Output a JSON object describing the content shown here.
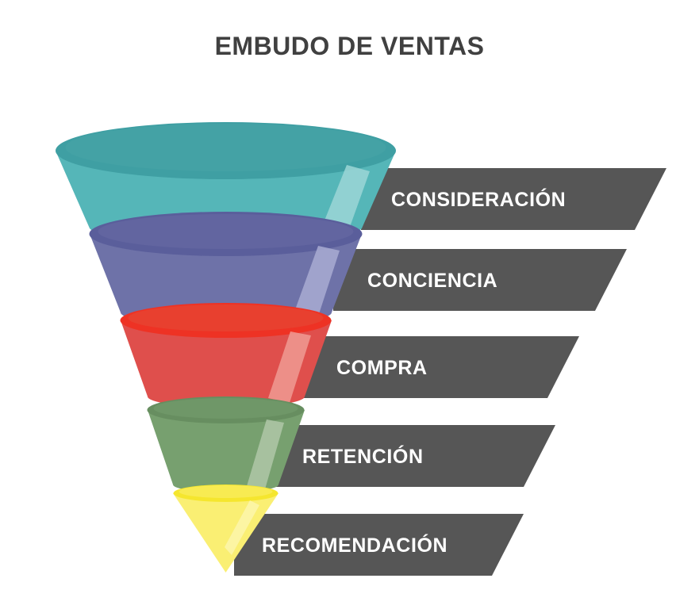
{
  "title": "EMBUDO DE VENTAS",
  "background_color": "#FFFFFF",
  "title_color": "#404040",
  "banner_color": "#565656",
  "banner_text_color": "#FFFFFF",
  "chart_data": {
    "type": "funnel",
    "title": "EMBUDO DE VENTAS",
    "orientation": "vertical",
    "stage_count": 5,
    "categories": [
      "CONSIDERACIÓN",
      "CONCIENCIA",
      "COMPRA",
      "RETENCIÓN",
      "RECOMENDACIÓN"
    ],
    "values": [
      5,
      4,
      3,
      2,
      1
    ],
    "colors": [
      "#55B6B8",
      "#6E72A8",
      "#DF4F4C",
      "#77A06F",
      "#FAEF73"
    ],
    "rim_colors": [
      "#3F9FA3",
      "#5A5E9B",
      "#EE3224",
      "#678E60",
      "#F5E62E"
    ],
    "highlight_colors": [
      "#9CD6D6",
      "#A9ACD2",
      "#F09A93",
      "#AFC7A8",
      "#FCF5A8"
    ],
    "legend": "none",
    "grid": false
  },
  "stages": [
    {
      "id": "consideracion",
      "label": "CONSIDERACIÓN",
      "color": "#55B6B8",
      "rim_color": "#3F9FA3",
      "highlight_color": "#9CD6D6"
    },
    {
      "id": "conciencia",
      "label": "CONCIENCIA",
      "color": "#6E72A8",
      "rim_color": "#5A5E9B",
      "highlight_color": "#A9ACD2"
    },
    {
      "id": "compra",
      "label": "COMPRA",
      "color": "#DF4F4C",
      "rim_color": "#EE3224",
      "highlight_color": "#F09A93"
    },
    {
      "id": "retencion",
      "label": "RETENCIÓN",
      "color": "#77A06F",
      "rim_color": "#678E60",
      "highlight_color": "#AFC7A8"
    },
    {
      "id": "recomendacion",
      "label": "RECOMENDACIÓN",
      "color": "#FAEF73",
      "rim_color": "#F5E62E",
      "highlight_color": "#FCF5A8"
    }
  ]
}
